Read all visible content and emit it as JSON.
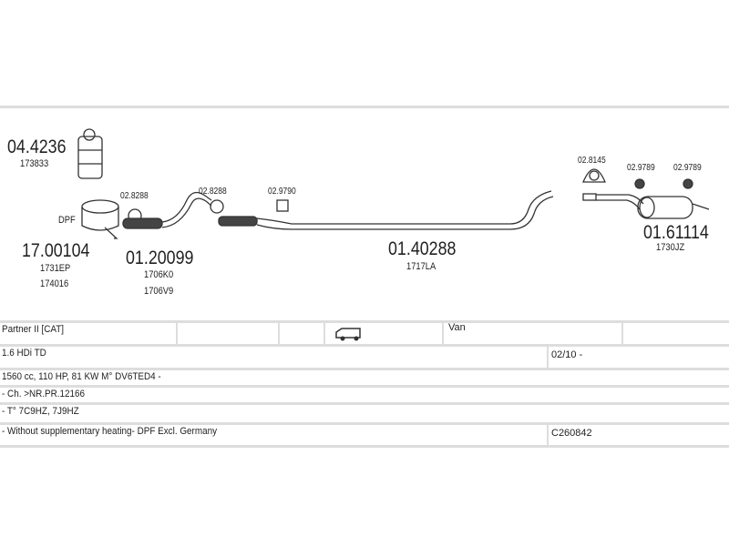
{
  "parts": {
    "cat": {
      "number": "04.4236",
      "ref": "173833"
    },
    "dpf_label": "DPF",
    "dpf": {
      "number": "17.00104",
      "refs": [
        "1731EP",
        "174016"
      ]
    },
    "clamp1": "02.8288",
    "clamp2": "02.8288",
    "front_pipe": {
      "number": "01.20099",
      "refs": [
        "1706K0",
        "1706V9"
      ]
    },
    "mount1": "02.9790",
    "middle_pipe": {
      "number": "01.40288",
      "ref": "1717LA"
    },
    "clamp3": "02.8145",
    "mount2": "02.9789",
    "mount3": "02.9789",
    "rear_silencer": {
      "number": "01.61114",
      "ref": "1730JZ"
    }
  },
  "table": {
    "model": "Partner II  [CAT]",
    "body": "Van",
    "engine": "1.6 HDi TD",
    "date": "02/10 -",
    "spec": "1560 cc, 110 HP, 81 KW M° DV6TED4 -",
    "chassis": "- Ch. >NR.PR.12166",
    "type": "- T° 7C9HZ, 7J9HZ",
    "note": "- Without supplementary heating- DPF Excl. Germany",
    "code": "C260842"
  }
}
